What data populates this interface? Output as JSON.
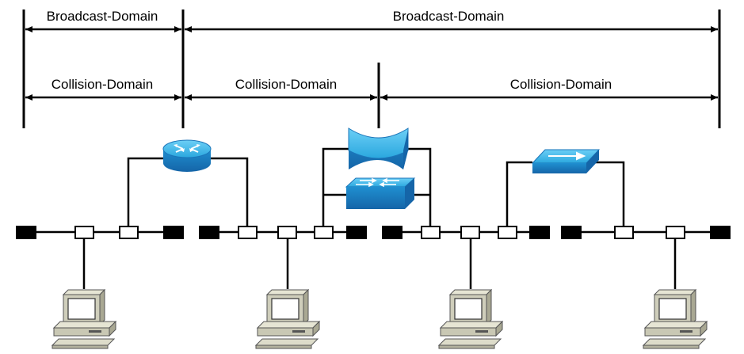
{
  "broadcast_domains": [
    {
      "label": "Broadcast-Domain"
    },
    {
      "label": "Broadcast-Domain"
    }
  ],
  "collision_domains": [
    {
      "label": "Collision-Domain"
    },
    {
      "label": "Collision-Domain"
    },
    {
      "label": "Collision-Domain"
    }
  ],
  "devices": {
    "router": {
      "icon": "router-icon"
    },
    "bridge": {
      "icon": "bridge-icon"
    },
    "switch_middle": {
      "icon": "switch-icon"
    },
    "switch_right": {
      "icon": "layer2-switch-icon"
    },
    "computers": [
      {
        "icon": "computer-icon"
      },
      {
        "icon": "computer-icon"
      },
      {
        "icon": "computer-icon"
      },
      {
        "icon": "computer-icon"
      }
    ]
  },
  "colors": {
    "line": "#000000",
    "device_blue": "#29a9e1",
    "device_dark": "#1b75b9",
    "terminator": "#000000",
    "pc_body": "#c9c8b4"
  }
}
